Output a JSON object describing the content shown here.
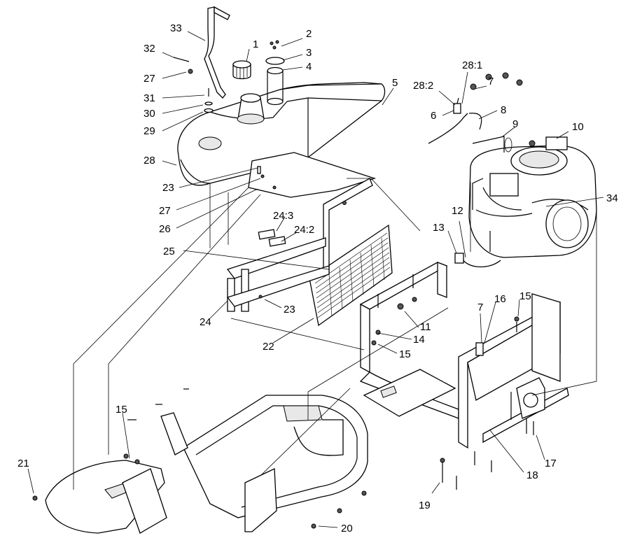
{
  "labels": [
    {
      "id": "1",
      "text": "1"
    },
    {
      "id": "2",
      "text": "2"
    },
    {
      "id": "3",
      "text": "3"
    },
    {
      "id": "4",
      "text": "4"
    },
    {
      "id": "5",
      "text": "5"
    },
    {
      "id": "6",
      "text": "6"
    },
    {
      "id": "7a",
      "text": "7"
    },
    {
      "id": "7b",
      "text": "7"
    },
    {
      "id": "8",
      "text": "8"
    },
    {
      "id": "9",
      "text": "9"
    },
    {
      "id": "10",
      "text": "10"
    },
    {
      "id": "11",
      "text": "11"
    },
    {
      "id": "12",
      "text": "12"
    },
    {
      "id": "13",
      "text": "13"
    },
    {
      "id": "14",
      "text": "14"
    },
    {
      "id": "15a",
      "text": "15"
    },
    {
      "id": "15b",
      "text": "15"
    },
    {
      "id": "15c",
      "text": "15"
    },
    {
      "id": "16",
      "text": "16"
    },
    {
      "id": "17",
      "text": "17"
    },
    {
      "id": "18",
      "text": "18"
    },
    {
      "id": "19",
      "text": "19"
    },
    {
      "id": "20",
      "text": "20"
    },
    {
      "id": "21",
      "text": "21"
    },
    {
      "id": "22",
      "text": "22"
    },
    {
      "id": "23a",
      "text": "23"
    },
    {
      "id": "23b",
      "text": "23"
    },
    {
      "id": "24",
      "text": "24"
    },
    {
      "id": "24-2",
      "text": "24:2"
    },
    {
      "id": "24-3",
      "text": "24:3"
    },
    {
      "id": "25",
      "text": "25"
    },
    {
      "id": "26",
      "text": "26"
    },
    {
      "id": "27a",
      "text": "27"
    },
    {
      "id": "27b",
      "text": "27"
    },
    {
      "id": "28",
      "text": "28"
    },
    {
      "id": "28-1",
      "text": "28:1"
    },
    {
      "id": "28-2",
      "text": "28:2"
    },
    {
      "id": "29",
      "text": "29"
    },
    {
      "id": "30",
      "text": "30"
    },
    {
      "id": "31",
      "text": "31"
    },
    {
      "id": "32",
      "text": "32"
    },
    {
      "id": "33",
      "text": "33"
    },
    {
      "id": "34",
      "text": "34"
    }
  ]
}
